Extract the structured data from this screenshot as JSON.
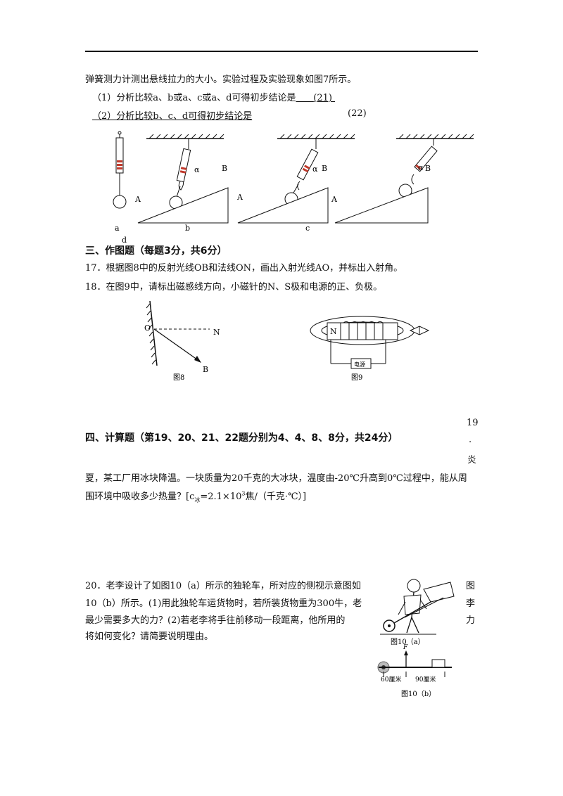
{
  "top_line": "弹簧测力计测出悬线拉力的大小。实验过程及实验现象如图7所示。",
  "q1": {
    "text": "（1）分析比较a、b或a、c或a、d可得初步结论是",
    "blank": "(21)"
  },
  "q2": {
    "text": "（2）分析比较b、c、d可得初步结论是",
    "blank": "(22)"
  },
  "fig7": {
    "labels": {
      "a": "a",
      "d": "d",
      "b": "b",
      "c": "c",
      "A": "A",
      "B": "B",
      "alpha": "α"
    }
  },
  "section3": {
    "title": "三、作图题（每题3分，共6分）",
    "q17": "17．根据图8中的反射光线OB和法线ON，画出入射光线AO，并标出入射角。",
    "q18": "18．在图9中，请标出磁感线方向，小磁针的N、S极和电源的正、负极。"
  },
  "fig8": {
    "O": "O",
    "N": "N",
    "B": "B",
    "caption": "图8"
  },
  "fig9": {
    "N": "N",
    "power": "电源",
    "caption": "图9"
  },
  "section4": {
    "title": "四、计算题（第19、20、21、22题分别为4、4、8、8分，共24分）",
    "q19_num": "19",
    "q19_dot": ".",
    "q19_side": "炎",
    "q19_line1": "夏，某工厂用冰块降温。一块质量为20千克的大冰块，温度由-20℃升高到0℃过程中，能从周",
    "q19_line2_pre": "围环境中吸收多少热量？[c",
    "q19_sub": "冰",
    "q19_line2_mid": "=2.1×10",
    "q19_sup": "3",
    "q19_line2_post": "焦/（千克·℃）]"
  },
  "q20": {
    "line1": "20．老李设计了如图10（a）所示的独轮车，所对应的侧视示意图如",
    "line2": "10（b）所示。(1)用此独轮车运货物时，若所装货物重为300牛，老",
    "line3": "最少需要多大的力？(2)若老李将手往前移动一段距离，他所用的",
    "line4": "将如何变化？请简要说明理由。",
    "side1": "图",
    "side2": "李",
    "side3": "力"
  },
  "fig10": {
    "caption_a": "图10（a）",
    "caption_b": "图10（b）",
    "F": "F",
    "len1": "60厘米",
    "len2": "90厘米"
  }
}
